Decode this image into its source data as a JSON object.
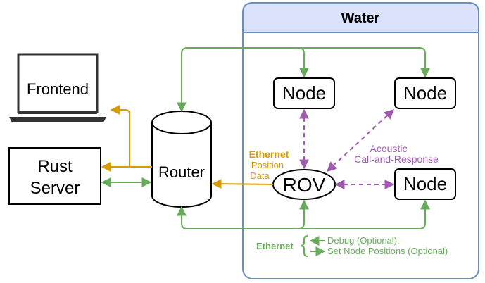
{
  "diagram": {
    "water_title": "Water",
    "frontend_label": "Frontend",
    "rust_server_label": [
      "Rust",
      "Server"
    ],
    "router_label": "Router",
    "rov_label": "ROV",
    "node_top_left_label": "Node",
    "node_top_right_label": "Node",
    "node_bottom_right_label": "Node",
    "ethernet_position_data": [
      "Ethernet",
      "Position",
      "Data"
    ],
    "acoustic_label": [
      "Acoustic",
      "Call-and-Response"
    ],
    "legend_ethernet": "Ethernet",
    "legend_debug": "Debug (Optional),",
    "legend_set_node": "Set Node Positions (Optional)"
  },
  "colors": {
    "green": "#67ab5b",
    "orange": "#d79b00",
    "purple": "#a05ab0",
    "water_fill": "#dae3fb",
    "water_border": "#6c8ebf"
  }
}
